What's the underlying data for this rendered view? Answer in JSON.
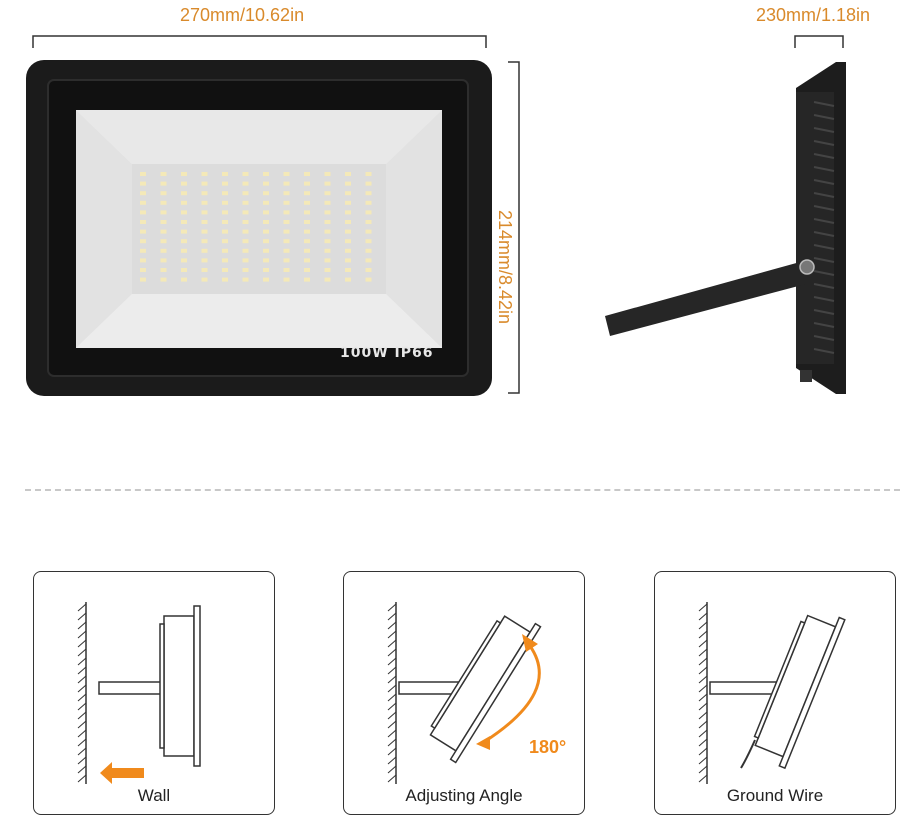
{
  "dimensions": {
    "width": "270mm/10.62in",
    "height": "214mm/8.42in",
    "depth": "230mm/1.18in"
  },
  "product": {
    "spec_label": "100W  IP66"
  },
  "install_modes": [
    {
      "label": "Wall"
    },
    {
      "label": "Adjusting Angle",
      "angle_text": "180°"
    },
    {
      "label": "Ground Wire"
    }
  ],
  "colors": {
    "accent": "#d98a2b",
    "arrow": "#f08a1c",
    "housing": "#1b1b1b"
  }
}
